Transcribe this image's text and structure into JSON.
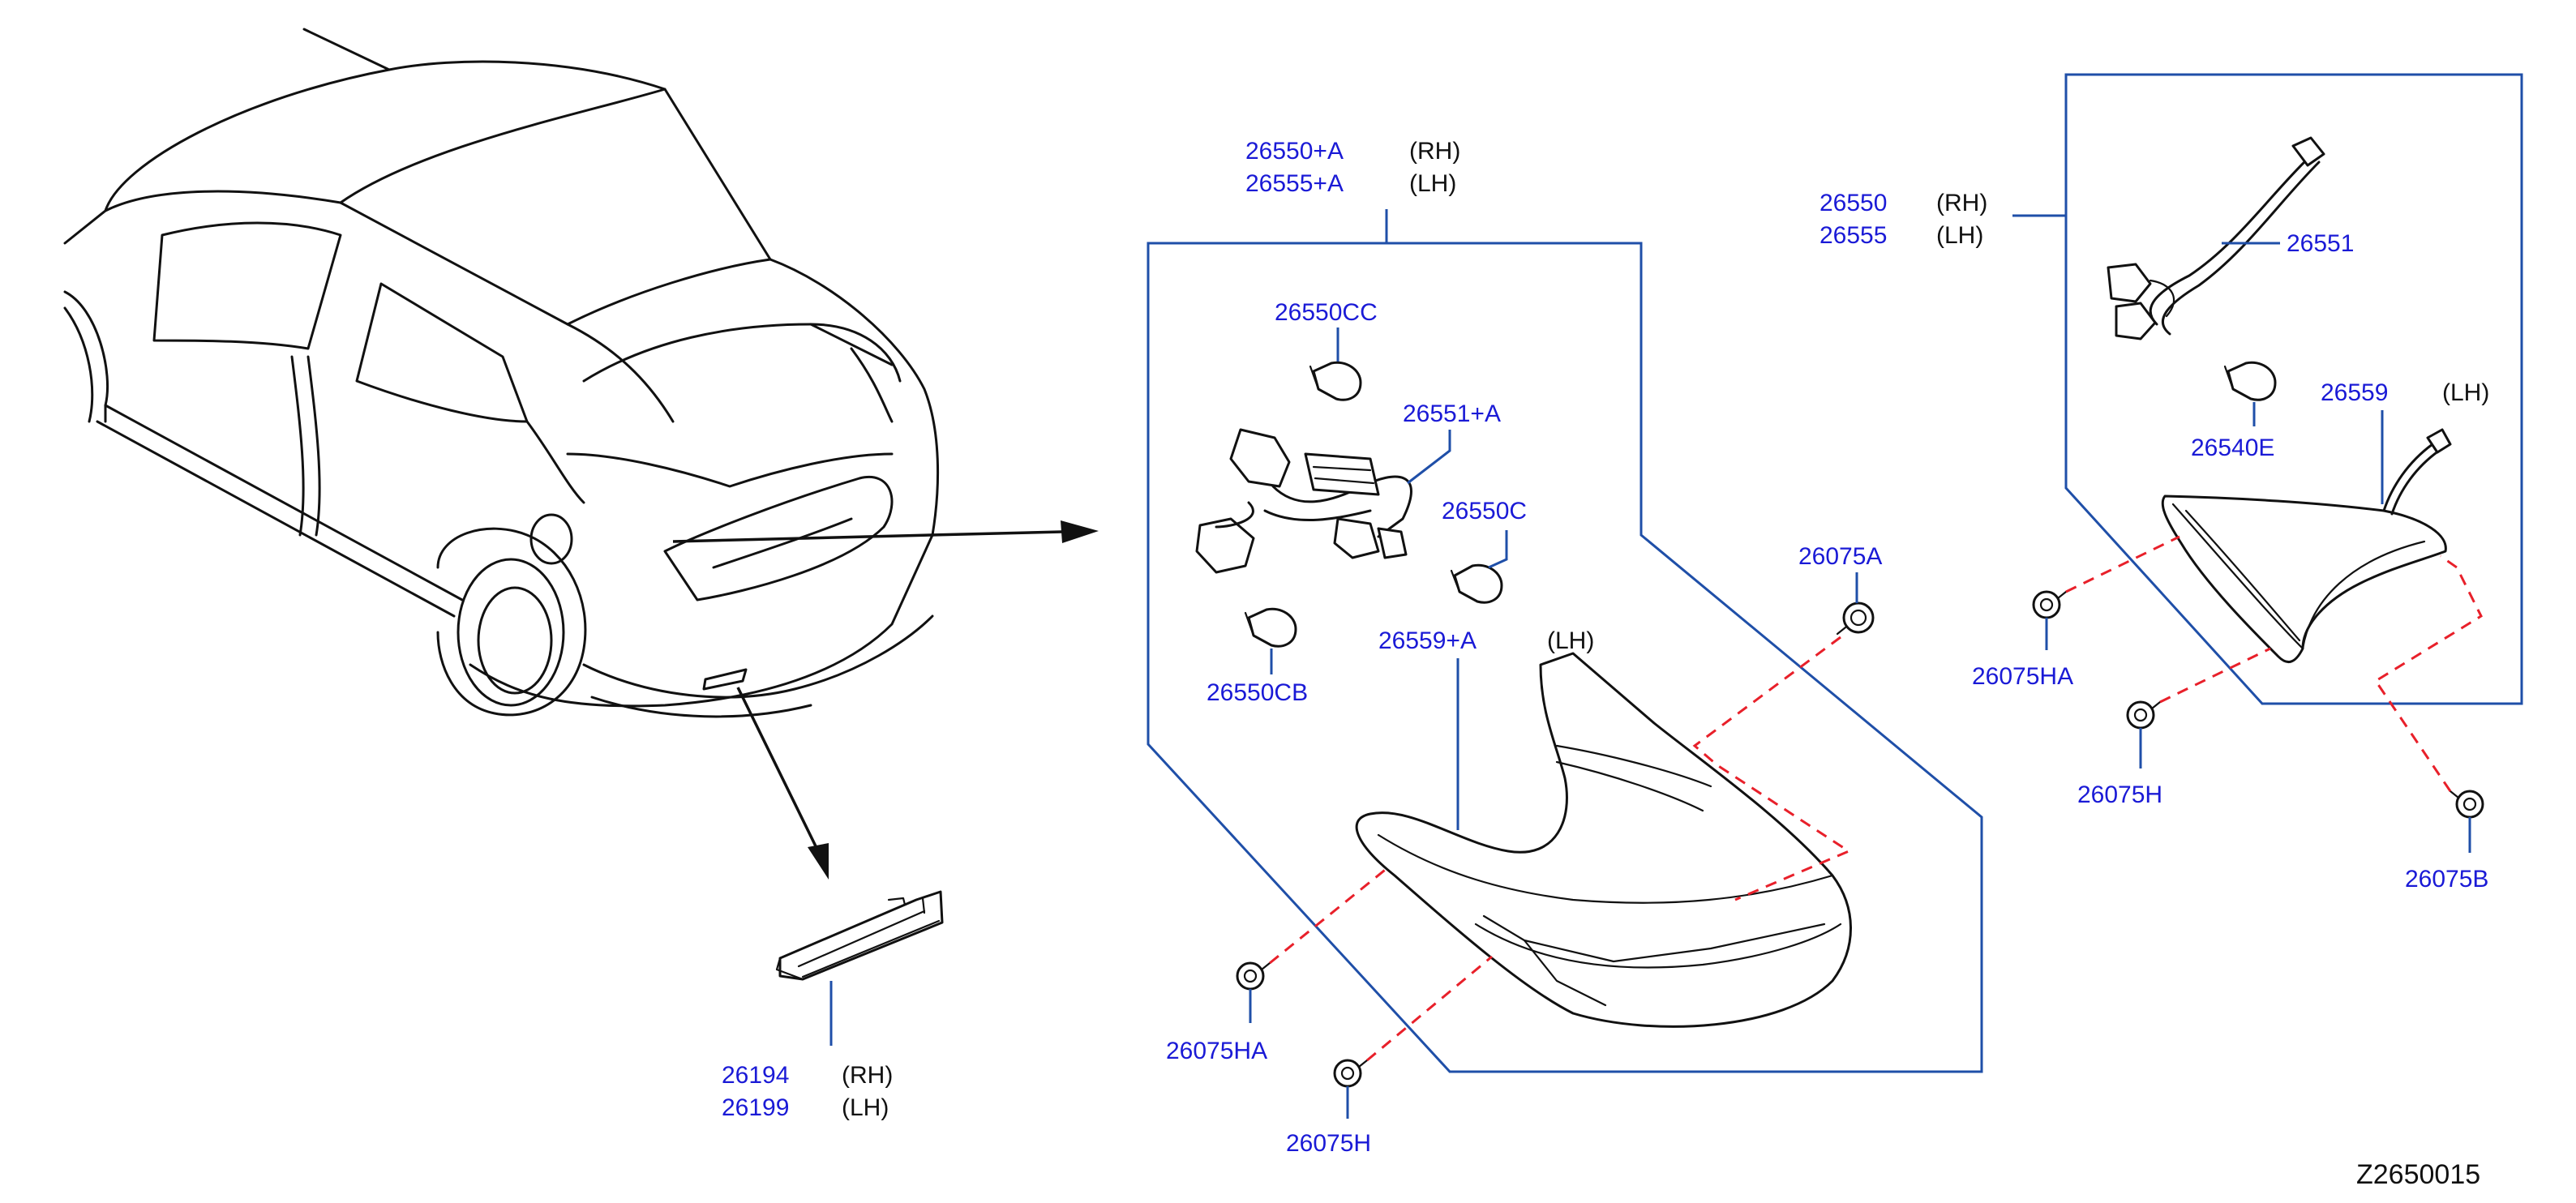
{
  "drawing_code": "Z2650015",
  "colors": {
    "part_number": "#1a1ad6",
    "frame": "#1f4fa8",
    "fastener_dash": "#e8202a",
    "line_art": "#111111"
  },
  "callouts": {
    "side_marker": {
      "pn_rh": "26194",
      "pn_lh": "26199",
      "side_rh": "(RH)",
      "side_lh": "(LH)"
    },
    "lamp_a_assy": {
      "pn_rh": "26550+A",
      "pn_lh": "26555+A",
      "side_rh": "(RH)",
      "side_lh": "(LH)"
    },
    "lamp_a_parts": {
      "bulb_cc": "26550CC",
      "harness": "26551+A",
      "bulb_c": "26550C",
      "bulb_cb": "26550CB",
      "lens_pn": "26559+A",
      "lens_side": "(LH)",
      "grommet_a": "26075A",
      "grommet_ha": "26075HA",
      "grommet_h": "26075H"
    },
    "lamp_b_assy": {
      "pn_rh": "26550",
      "pn_lh": "26555",
      "side_rh": "(RH)",
      "side_lh": "(LH)"
    },
    "lamp_b_parts": {
      "harness": "26551",
      "bulb": "26540E",
      "lens_pn": "26559",
      "lens_side": "(LH)",
      "grommet_ha": "26075HA",
      "grommet_h": "26075H",
      "grommet_b": "26075B"
    }
  }
}
